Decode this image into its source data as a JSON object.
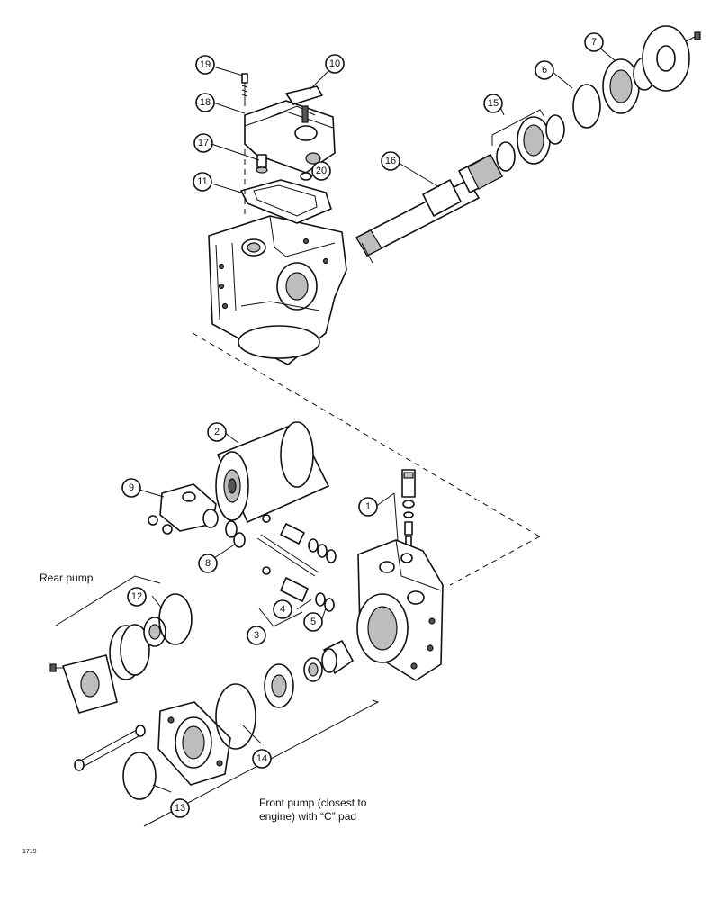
{
  "callouts": {
    "c1": "1",
    "c2": "2",
    "c3": "3",
    "c4": "4",
    "c5": "5",
    "c6": "6",
    "c7": "7",
    "c8": "8",
    "c9": "9",
    "c10": "10",
    "c11": "11",
    "c12": "12",
    "c13": "13",
    "c14": "14",
    "c15": "15",
    "c16": "16",
    "c17": "17",
    "c18": "18",
    "c19": "19",
    "c20": "20"
  },
  "labels": {
    "rear_pump": "Rear pump",
    "front_pump_line1": "Front pump (closest to",
    "front_pump_line2": "engine) with “C” pad",
    "figure_id": "1719"
  }
}
